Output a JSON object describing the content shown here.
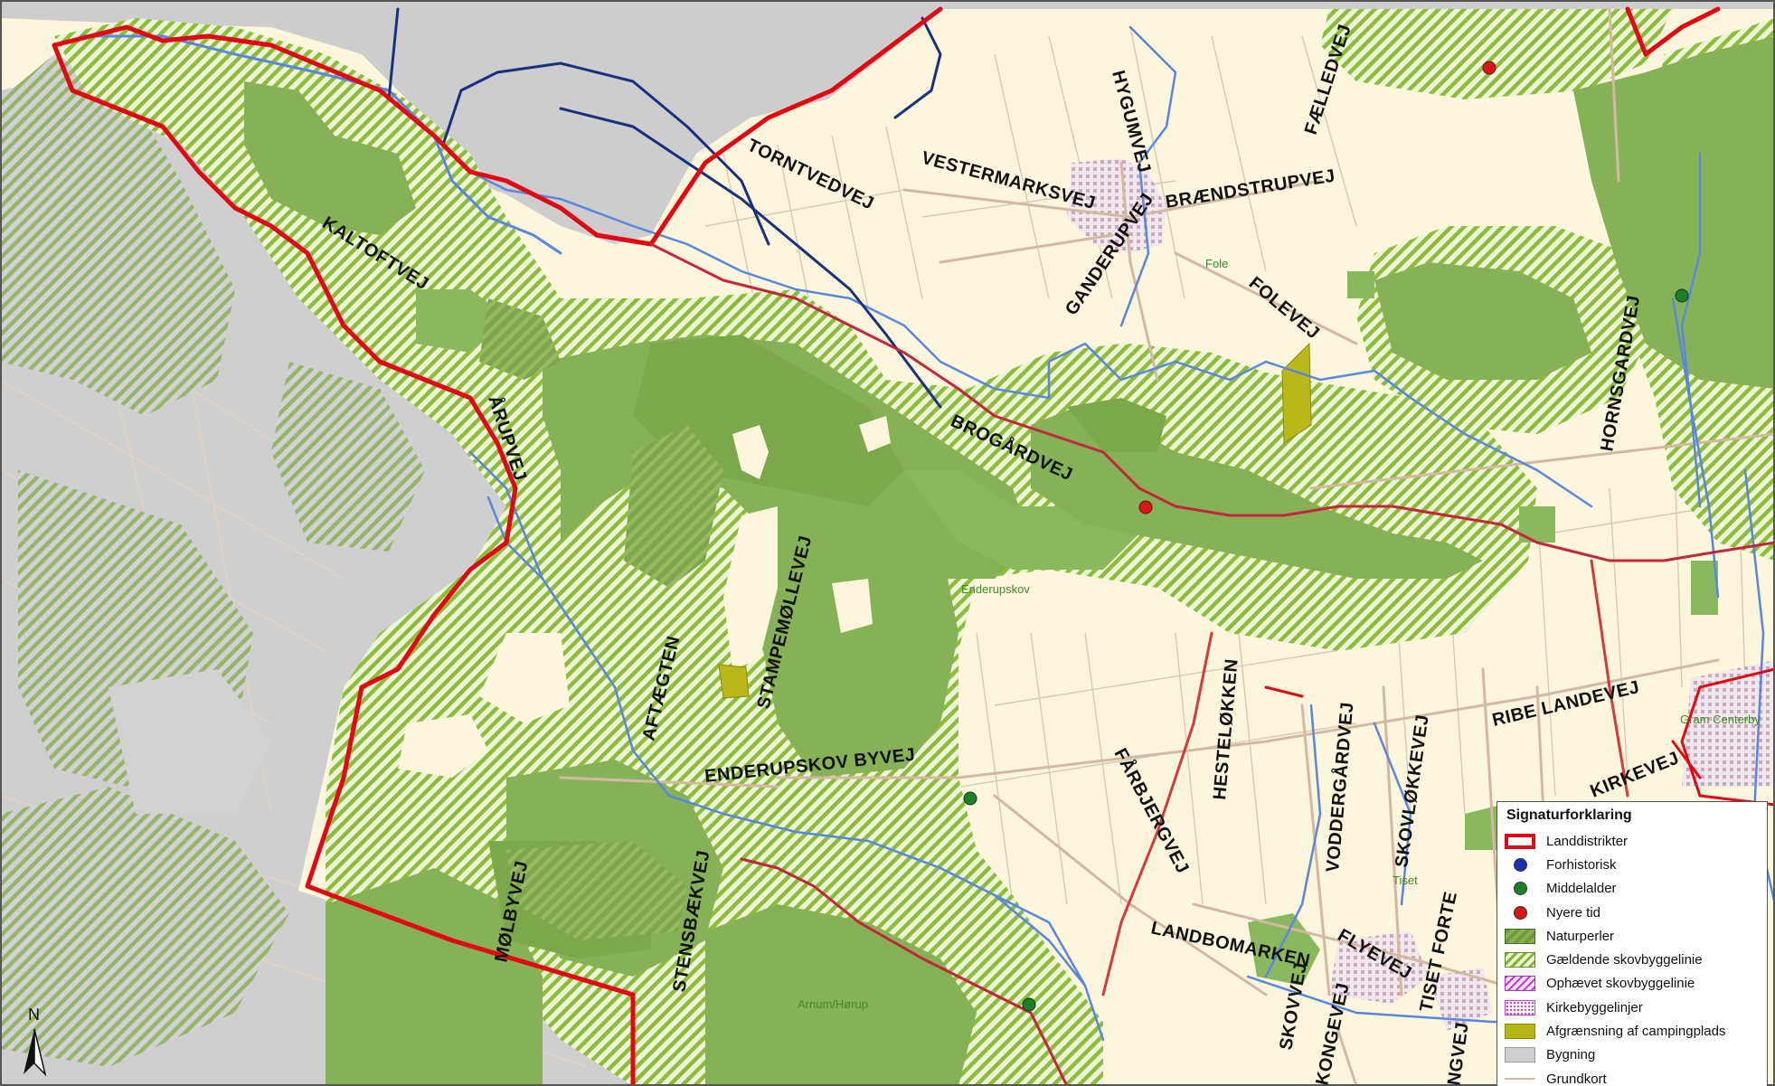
{
  "road_labels": {
    "kaltoftvej": "KALTOFTVEJ",
    "torntvedvej": "TORNTVEDVEJ",
    "vestermarksvej": "VESTERMARKSVEJ",
    "hygumvej": "HYGUMVEJ",
    "faelledvej": "FÆLLEDVEJ",
    "braendstrupvej": "BRÆNDSTRUPVEJ",
    "ganderupvej": "GANDERUPVEJ",
    "folevej": "FOLEVEJ",
    "hornsgardvej": "HORNSGARDVEJ",
    "arupvej": "ÅRUPVEJ",
    "brogardvej": "BROGÅRDVEJ",
    "stampemollevej": "STAMPEMØLLEVEJ",
    "aftaegten": "AFTÆGTEN",
    "enderupskov_byvej": "ENDERUPSKOV BYVEJ",
    "hesteloekken": "HESTELØKKEN",
    "farbjergvej": "FÅRBJERGVEJ",
    "voddergardvej": "VODDERGÅRDVEJ",
    "skovlokkevej": "SKOVLØKKEVEJ",
    "ribe_landevej": "RIBE LANDEVEJ",
    "kirkevej": "KIRKEVEJ",
    "landbomarken": "LANDBOMARKEN",
    "flyevej": "FLYEVEJ",
    "tiset_forte": "TISET FORTE",
    "skovvej": "SKOVVEJ",
    "kongevej": "KONGEVEJ",
    "ngvej": "NGVEJ",
    "molbyvej": "MØLBYVEJ",
    "stensbaekvej": "STENSBÆKVEJ"
  },
  "place_labels": {
    "fole": "Fole",
    "enderupskov": "Enderupskov",
    "gram_centerby": "Gram Centerby",
    "tiset": "Tiset",
    "arnum_horup": "Arnum/Hørup"
  },
  "north_arrow": {
    "letter": "N",
    "icon": "north-arrow-icon"
  },
  "legend": {
    "title": "Signaturforklaring",
    "items": [
      {
        "key": "landdistrikter",
        "label": "Landdistrikter",
        "color": "#e30613"
      },
      {
        "key": "forhistorisk",
        "label": "Forhistorisk",
        "color": "#1f2fb5"
      },
      {
        "key": "middelalder",
        "label": "Middelalder",
        "color": "#1e7e2c"
      },
      {
        "key": "nyere_tid",
        "label": "Nyere tid",
        "color": "#d8171b"
      },
      {
        "key": "naturperler",
        "label": "Naturperler",
        "color": "#6a9c3c"
      },
      {
        "key": "skovbyggelinie",
        "label": "Gældende skovbyggelinie",
        "color": "#7fb733"
      },
      {
        "key": "ophaevet",
        "label": "Ophævet skovbyggelinie",
        "color": "#c43fd0"
      },
      {
        "key": "kirkebyggelinjer",
        "label": "Kirkebyggelinjer",
        "color": "#c43fd0"
      },
      {
        "key": "camping",
        "label": "Afgrænsning af campingplads",
        "color": "#b5b515"
      },
      {
        "key": "bygning",
        "label": "Bygning",
        "color": "#cfcfcf"
      },
      {
        "key": "grundkort",
        "label": "Grundkort",
        "color": "#d3b9a2"
      }
    ]
  },
  "colors": {
    "background": "#fbf6dc",
    "gray_area": "#d2d2d2",
    "forest": "#88b45a",
    "buffer_hatch": "#7fb733",
    "district_boundary": "#e30613",
    "river": "#5b86e0",
    "dark_river": "#1b2f80",
    "road": "#d3b9a2"
  }
}
